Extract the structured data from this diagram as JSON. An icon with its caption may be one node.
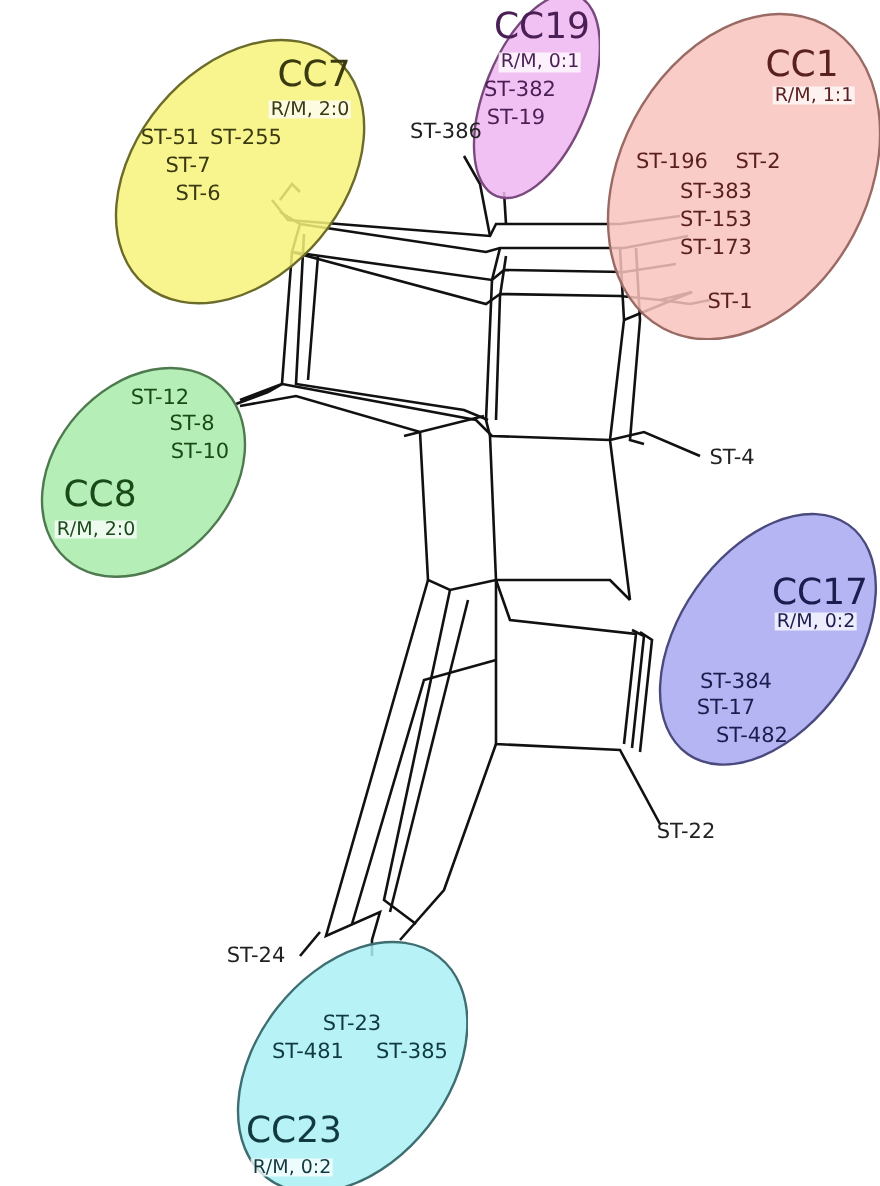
{
  "diagram": {
    "nodes": [
      {
        "text": [
          "CC7",
          "R/M, 2:0",
          "ST-51",
          "ST-255",
          "ST-7",
          "ST-6"
        ]
      },
      {
        "text": [
          "CC19",
          "R/M, 0:1",
          "ST-382",
          "ST-19"
        ]
      },
      {
        "text": [
          "CC1",
          "R/M, 1:1",
          "ST-196",
          "ST-2",
          "ST-383",
          "ST-153",
          "ST-173",
          "ST-1"
        ]
      },
      {
        "text": [
          "CC8",
          "R/M, 2:0",
          "ST-12",
          "ST-8",
          "ST-10"
        ]
      },
      {
        "text": [
          "CC17",
          "R/M, 0:2",
          "ST-384",
          "ST-17",
          "ST-482"
        ]
      },
      {
        "text": [
          "CC23",
          "R/M, 0:2",
          "ST-23",
          "ST-481",
          "ST-385"
        ]
      }
    ],
    "labels": [
      "ST-386",
      "ST-4",
      "ST-22",
      "ST-24"
    ]
  }
}
